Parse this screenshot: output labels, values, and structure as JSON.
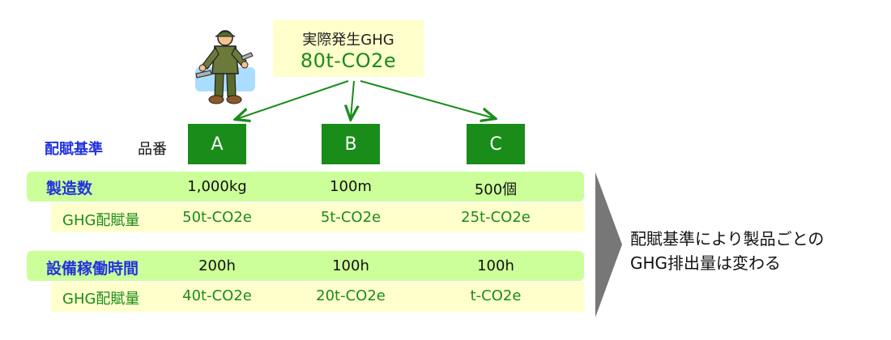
{
  "total": {
    "label": "実際発生GHG",
    "value": "80t-CO2e"
  },
  "criteria_label": "配賦基準",
  "product_header": "品番",
  "products": [
    "A",
    "B",
    "C"
  ],
  "rows": [
    {
      "label": "製造数",
      "values": [
        "1,000kg",
        "100m",
        "500個"
      ]
    },
    {
      "label": "GHG配賦量",
      "values": [
        "50t-CO2e",
        "5t-CO2e",
        "25t-CO2e"
      ]
    },
    {
      "label": "設備稼働時間",
      "values": [
        "200h",
        "100h",
        "100h"
      ]
    },
    {
      "label": "GHG配賦量",
      "values": [
        "40t-CO2e",
        "20t-CO2e",
        "t-CO2e"
      ]
    }
  ],
  "result": {
    "line1": "配賦基準により製品ごとの",
    "line2": "GHG排出量は変わる"
  },
  "colors": {
    "green": "#1a8c1a",
    "blue": "#2233dd",
    "light_green": "#ccff99",
    "light_yellow": "#ffffcc",
    "arrow_gray": "#777777"
  }
}
